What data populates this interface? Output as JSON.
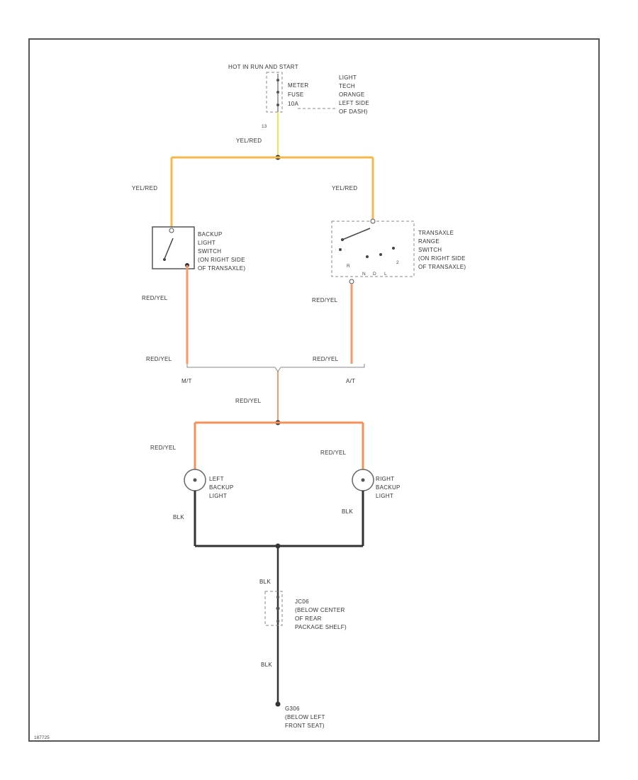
{
  "colors": {
    "yel_red": "#f5b84a",
    "yel_red_light": "#f7e05a",
    "red_yel": "#f59a6a",
    "blk": "#333333",
    "frame": "#555555",
    "dash": "#888888"
  },
  "labels": {
    "hot_in": "HOT IN RUN AND START",
    "fuse_lines": [
      "METER",
      "FUSE",
      "10A"
    ],
    "fuse_location": [
      "LIGHT",
      "TECH",
      "ORANGE",
      "LEFT SIDE",
      "OF DASH)"
    ],
    "fuse_pin": "13",
    "top_wire": "YEL/RED",
    "left_branch_wire": "YEL/RED",
    "right_branch_wire": "YEL/RED",
    "backup_switch": [
      "BACKUP",
      "LIGHT",
      "SWITCH",
      "(ON RIGHT SIDE",
      "OF TRANSAXLE)"
    ],
    "range_switch": [
      "TRANSAXLE",
      "RANGE",
      "SWITCH",
      "(ON RIGHT SIDE",
      "OF TRANSAXLE)"
    ],
    "range_positions": [
      "R",
      "N",
      "D",
      "2",
      "L"
    ],
    "left_mid_wire": "RED/YEL",
    "right_mid_wire": "RED/YEL",
    "left_low_wire": "RED/YEL",
    "right_low_wire": "RED/YEL",
    "mt": "M/T",
    "at": "A/T",
    "center_wire": "RED/YEL",
    "left_light_wire": "RED/YEL",
    "right_light_wire": "RED/YEL",
    "left_light": [
      "LEFT",
      "BACKUP",
      "LIGHT"
    ],
    "right_light": [
      "RIGHT",
      "BACKUP",
      "LIGHT"
    ],
    "left_gnd_wire": "BLK",
    "right_gnd_wire": "BLK",
    "blk_top": "BLK",
    "blk_bottom": "BLK",
    "junction": [
      "JC06",
      "(BELOW CENTER",
      "OF REAR",
      "PACKAGE SHELF)"
    ],
    "ground": [
      "G306",
      "(BELOW LEFT",
      "FRONT SEAT)"
    ],
    "footer": "187725"
  }
}
